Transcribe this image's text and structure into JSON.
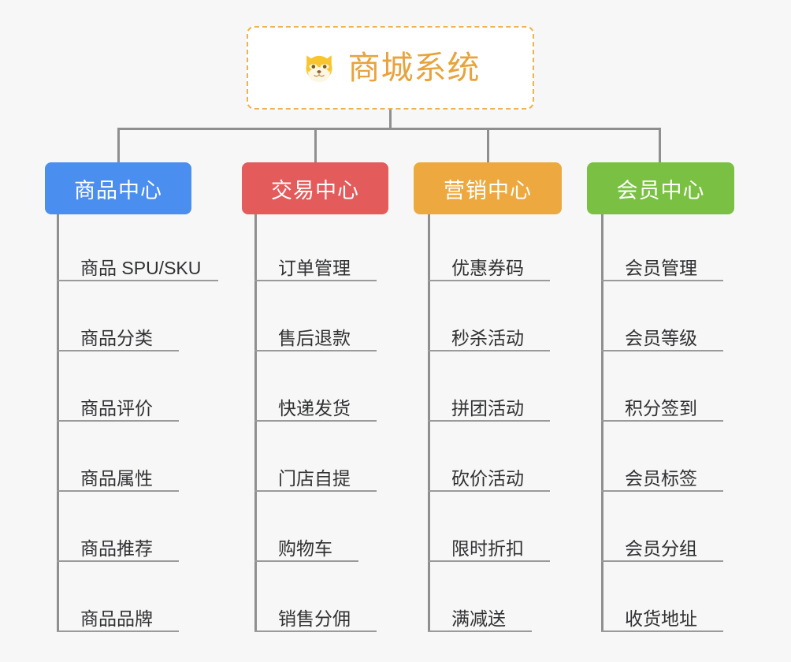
{
  "diagram": {
    "type": "organization-tree",
    "background_color": "#f7f7f7",
    "connector_color": "#8f8f8f",
    "root": {
      "title": "商城系统",
      "icon": "shiba-dog-icon",
      "text_color": "#e8a33d",
      "border_color": "#f0b24a",
      "background_color": "#ffffff",
      "border_style": "dashed"
    },
    "branches": [
      {
        "label": "商品中心",
        "color": "#4a8ef0",
        "items": [
          "商品 SPU/SKU",
          "商品分类",
          "商品评价",
          "商品属性",
          "商品推荐",
          "商品品牌"
        ]
      },
      {
        "label": "交易中心",
        "color": "#e35b5b",
        "items": [
          "订单管理",
          "售后退款",
          "快递发货",
          "门店自提",
          "购物车",
          "销售分佣"
        ]
      },
      {
        "label": "营销中心",
        "color": "#eda93f",
        "items": [
          "优惠券码",
          "秒杀活动",
          "拼团活动",
          "砍价活动",
          "限时折扣",
          "满减送"
        ]
      },
      {
        "label": "会员中心",
        "color": "#7ac143",
        "items": [
          "会员管理",
          "会员等级",
          "积分签到",
          "会员标签",
          "会员分组",
          "收货地址"
        ]
      }
    ]
  }
}
